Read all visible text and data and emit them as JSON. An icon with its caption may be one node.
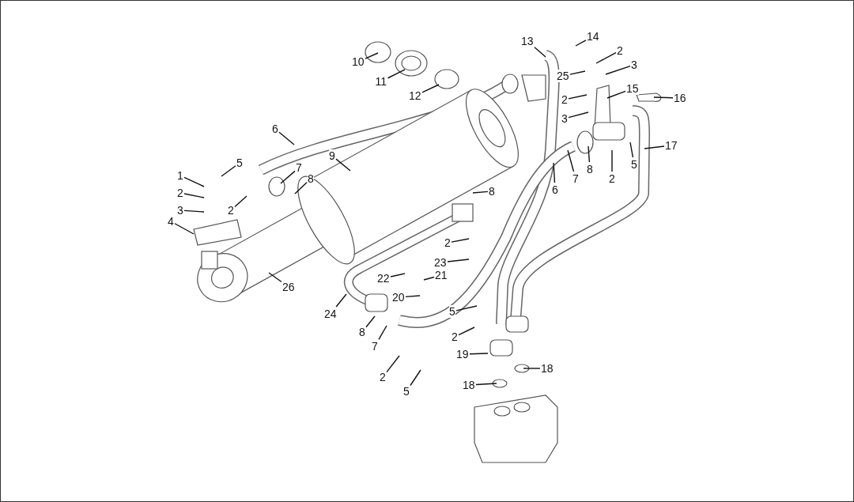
{
  "diagram": {
    "nodes": [
      {
        "text": [
          "13"
        ]
      },
      {
        "text": [
          "14"
        ]
      },
      {
        "text": [
          "2"
        ]
      },
      {
        "text": [
          "10"
        ]
      },
      {
        "text": [
          "3"
        ]
      },
      {
        "text": [
          "11"
        ]
      },
      {
        "text": [
          "15"
        ]
      },
      {
        "text": [
          "25"
        ]
      },
      {
        "text": [
          "12"
        ]
      },
      {
        "text": [
          "16"
        ]
      },
      {
        "text": [
          "2"
        ]
      },
      {
        "text": [
          "3"
        ]
      },
      {
        "text": [
          "6"
        ]
      },
      {
        "text": [
          "17"
        ]
      },
      {
        "text": [
          "9"
        ]
      },
      {
        "text": [
          "5"
        ]
      },
      {
        "text": [
          "5"
        ]
      },
      {
        "text": [
          "7"
        ]
      },
      {
        "text": [
          "8"
        ]
      },
      {
        "text": [
          "7"
        ]
      },
      {
        "text": [
          "1"
        ]
      },
      {
        "text": [
          "6"
        ]
      },
      {
        "text": [
          "2"
        ]
      },
      {
        "text": [
          "8"
        ]
      },
      {
        "text": [
          "2"
        ]
      },
      {
        "text": [
          "8"
        ]
      },
      {
        "text": [
          "3"
        ]
      },
      {
        "text": [
          "2"
        ]
      },
      {
        "text": [
          "4"
        ]
      },
      {
        "text": [
          "2"
        ]
      },
      {
        "text": [
          "23"
        ]
      },
      {
        "text": [
          "22"
        ]
      },
      {
        "text": [
          "21"
        ]
      },
      {
        "text": [
          "26"
        ]
      },
      {
        "text": [
          "20"
        ]
      },
      {
        "text": [
          "24"
        ]
      },
      {
        "text": [
          "5"
        ]
      },
      {
        "text": [
          "8"
        ]
      },
      {
        "text": [
          "2"
        ]
      },
      {
        "text": [
          "7"
        ]
      },
      {
        "text": [
          "19"
        ]
      },
      {
        "text": [
          "18"
        ]
      },
      {
        "text": [
          "2"
        ]
      },
      {
        "text": [
          "18"
        ]
      },
      {
        "text": [
          "5"
        ]
      }
    ],
    "edges": [
      {
        "from": 0,
        "to": null,
        "arrow": "none"
      },
      {
        "from": 1,
        "to": null,
        "arrow": "none"
      },
      {
        "from": 2,
        "to": null,
        "arrow": "none"
      },
      {
        "from": 3,
        "to": null,
        "arrow": "none"
      },
      {
        "from": 4,
        "to": null,
        "arrow": "none"
      },
      {
        "from": 5,
        "to": null,
        "arrow": "none"
      },
      {
        "from": 6,
        "to": null,
        "arrow": "none"
      },
      {
        "from": 7,
        "to": null,
        "arrow": "none"
      },
      {
        "from": 8,
        "to": null,
        "arrow": "none"
      },
      {
        "from": 9,
        "to": null,
        "arrow": "none"
      },
      {
        "from": 10,
        "to": null,
        "arrow": "none"
      },
      {
        "from": 11,
        "to": null,
        "arrow": "none"
      },
      {
        "from": 12,
        "to": null,
        "arrow": "none"
      },
      {
        "from": 13,
        "to": null,
        "arrow": "none"
      },
      {
        "from": 14,
        "to": null,
        "arrow": "none"
      },
      {
        "from": 15,
        "to": null,
        "arrow": "none"
      },
      {
        "from": 16,
        "to": null,
        "arrow": "none"
      },
      {
        "from": 17,
        "to": null,
        "arrow": "none"
      },
      {
        "from": 18,
        "to": null,
        "arrow": "none"
      },
      {
        "from": 19,
        "to": null,
        "arrow": "none"
      },
      {
        "from": 20,
        "to": null,
        "arrow": "none"
      },
      {
        "from": 21,
        "to": null,
        "arrow": "none"
      },
      {
        "from": 22,
        "to": null,
        "arrow": "none"
      },
      {
        "from": 23,
        "to": null,
        "arrow": "none"
      },
      {
        "from": 24,
        "to": null,
        "arrow": "none"
      },
      {
        "from": 25,
        "to": null,
        "arrow": "none"
      },
      {
        "from": 26,
        "to": null,
        "arrow": "none"
      },
      {
        "from": 27,
        "to": null,
        "arrow": "none"
      },
      {
        "from": 28,
        "to": null,
        "arrow": "none"
      },
      {
        "from": 29,
        "to": null,
        "arrow": "none"
      },
      {
        "from": 30,
        "to": null,
        "arrow": "none"
      },
      {
        "from": 31,
        "to": null,
        "arrow": "none"
      },
      {
        "from": 32,
        "to": null,
        "arrow": "none"
      },
      {
        "from": 33,
        "to": null,
        "arrow": "none"
      },
      {
        "from": 34,
        "to": null,
        "arrow": "none"
      },
      {
        "from": 35,
        "to": null,
        "arrow": "none"
      },
      {
        "from": 36,
        "to": null,
        "arrow": "none"
      },
      {
        "from": 37,
        "to": null,
        "arrow": "none"
      },
      {
        "from": 38,
        "to": null,
        "arrow": "none"
      },
      {
        "from": 39,
        "to": null,
        "arrow": "none"
      },
      {
        "from": 40,
        "to": null,
        "arrow": "none"
      },
      {
        "from": 41,
        "to": null,
        "arrow": "none"
      },
      {
        "from": 42,
        "to": null,
        "arrow": "none"
      },
      {
        "from": 43,
        "to": null,
        "arrow": "none"
      },
      {
        "from": 44,
        "to": null,
        "arrow": "none"
      }
    ]
  }
}
